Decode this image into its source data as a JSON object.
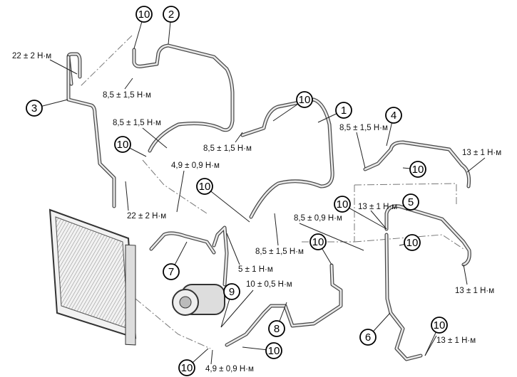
{
  "diagram": {
    "callouts": [
      "10",
      "2",
      "3",
      "10",
      "10",
      "10",
      "1",
      "4",
      "10",
      "5",
      "10",
      "10",
      "10",
      "7",
      "9",
      "8",
      "6",
      "10",
      "10",
      "10"
    ],
    "torques": [
      "22 ± 2 Н·м",
      "8,5 ± 1,5 Н·м",
      "8,5 ± 1,5 Н·м",
      "8,5 ± 1,5 Н·м",
      "4,9 ± 0,9 Н·м",
      "8,5 ± 1,5 Н·м",
      "13 ± 1 Н·м",
      "22 ± 2 Н·м",
      "13 ± 1 Н·м",
      "8,5 ± 0,9 Н·м",
      "8,5 ± 1,5 Н·м",
      "5 ± 1 Н·м",
      "10 ± 0,5 Н·м",
      "13 ± 1 Н·м",
      "13 ± 1 Н·м",
      "4,9 ± 0,9 Н·м"
    ]
  }
}
